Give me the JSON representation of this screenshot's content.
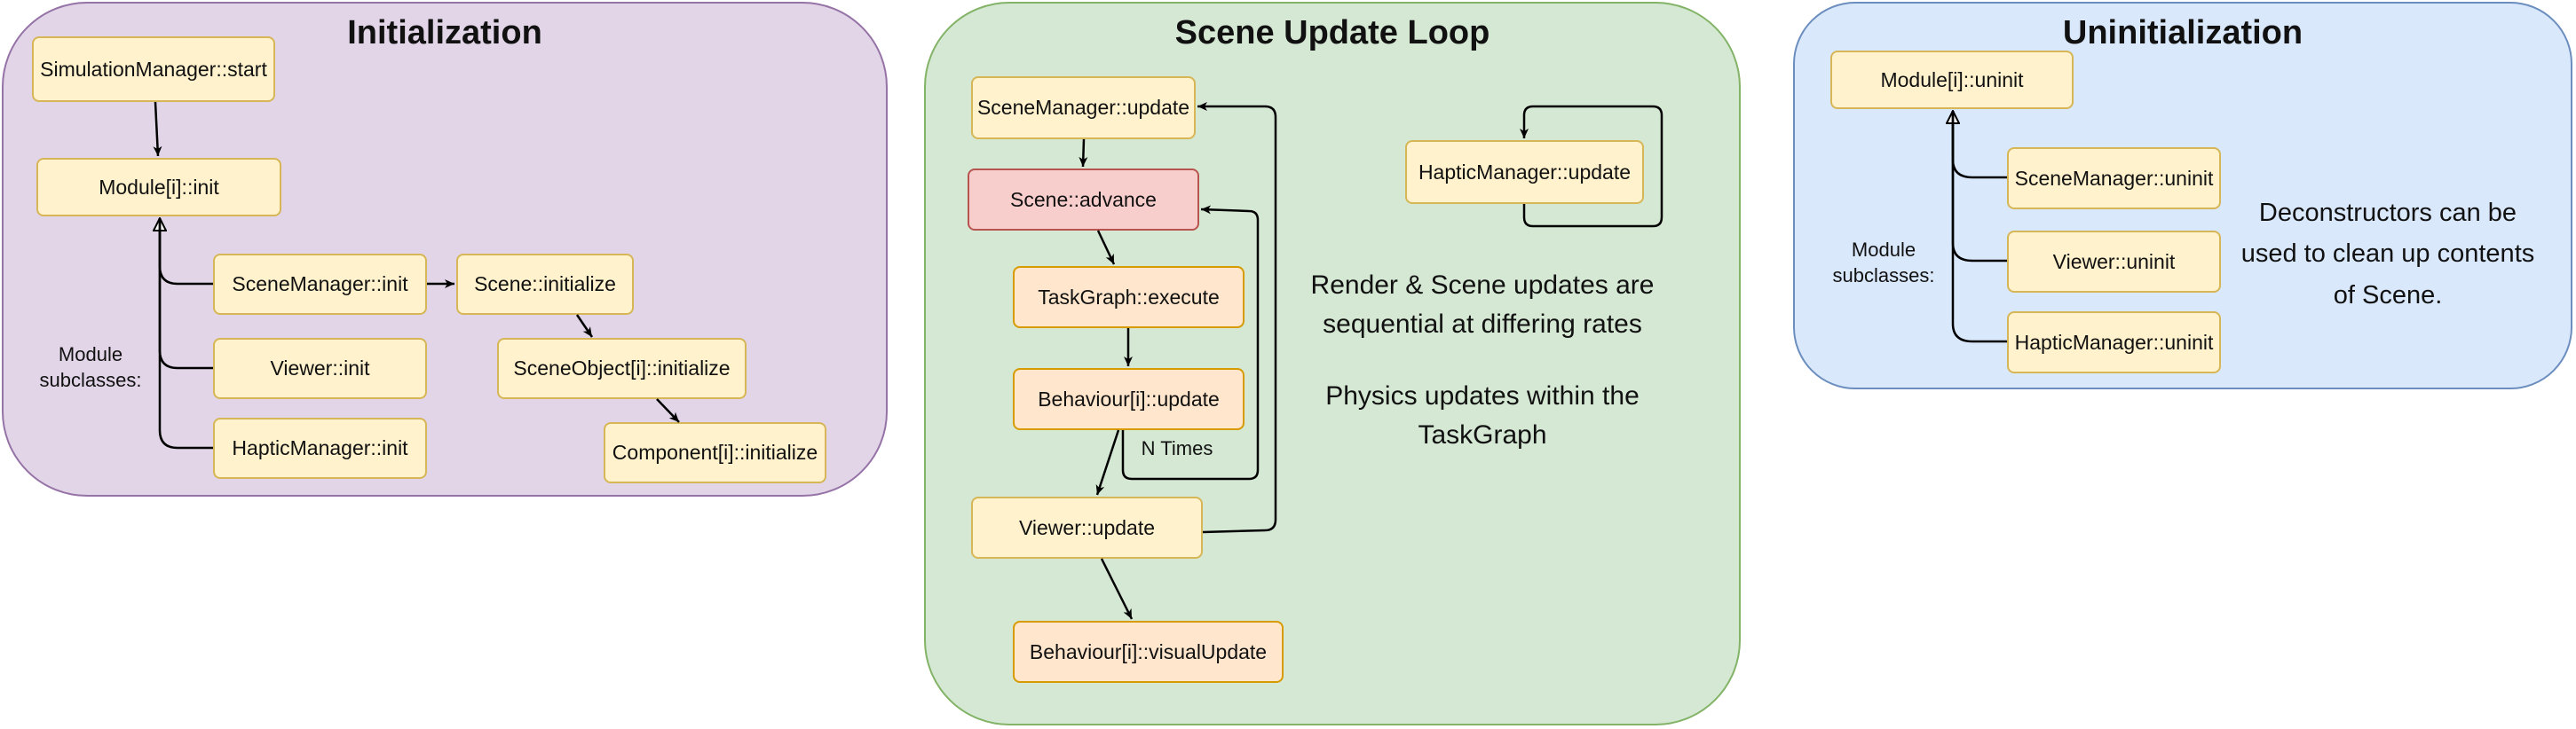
{
  "panels": {
    "init": {
      "title": "Initialization",
      "colors": {
        "fill": "#e1d5e7",
        "stroke": "#9673a6"
      },
      "nodes": {
        "sim_start": "SimulationManager::start",
        "module_init": "Module[i]::init",
        "scenemgr_init": "SceneManager::init",
        "viewer_init": "Viewer::init",
        "haptic_init": "HapticManager::init",
        "scene_initialize": "Scene::initialize",
        "sceneobject_initialize": "SceneObject[i]::initialize",
        "component_initialize": "Component[i]::initialize"
      },
      "subclass_label": [
        "Module",
        "subclasses:"
      ]
    },
    "loop": {
      "title": "Scene Update Loop",
      "colors": {
        "fill": "#d5e8d4",
        "stroke": "#82b366"
      },
      "nodes": {
        "scenemgr_update": "SceneManager::update",
        "scene_advance": "Scene::advance",
        "taskgraph_execute": "TaskGraph::execute",
        "behaviour_update": "Behaviour[i]::update",
        "viewer_update": "Viewer::update",
        "behaviour_visual_update": "Behaviour[i]::visualUpdate",
        "haptic_update": "HapticManager::update"
      },
      "n_times_label": "N Times",
      "note_render": [
        "Render & Scene updates are",
        "sequential at differing rates"
      ],
      "note_physics": [
        "Physics updates within the",
        "TaskGraph"
      ]
    },
    "uninit": {
      "title": "Uninitialization",
      "colors": {
        "fill": "#dae8fc",
        "stroke": "#6c8ebf"
      },
      "nodes": {
        "module_uninit": "Module[i]::uninit",
        "scenemgr_uninit": "SceneManager::uninit",
        "viewer_uninit": "Viewer::uninit",
        "haptic_uninit": "HapticManager::uninit"
      },
      "subclass_label": [
        "Module",
        "subclasses:"
      ],
      "note": [
        "Deconstructors can be",
        "used to clean up contents",
        "of Scene."
      ]
    }
  }
}
